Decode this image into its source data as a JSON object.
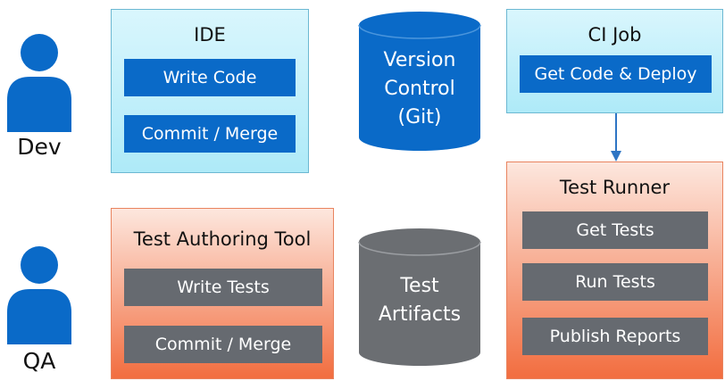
{
  "actors": {
    "dev": "Dev",
    "qa": "QA"
  },
  "ide": {
    "title": "IDE",
    "steps": [
      "Write Code",
      "Commit / Merge"
    ]
  },
  "version_control": {
    "lines": [
      "Version",
      "Control",
      "(Git)"
    ]
  },
  "ci_job": {
    "title": "CI Job",
    "steps": [
      "Get Code & Deploy"
    ]
  },
  "test_runner": {
    "title": "Test Runner",
    "steps": [
      "Get Tests",
      "Run Tests",
      "Publish Reports"
    ]
  },
  "test_authoring": {
    "title": "Test Authoring Tool",
    "steps": [
      "Write Tests",
      "Commit / Merge"
    ]
  },
  "test_artifacts": {
    "lines": [
      "Test",
      "Artifacts"
    ]
  },
  "colors": {
    "blue_step": "#0a6ac8",
    "gray_step": "#666a70",
    "blue_panel": "#aeeaf8",
    "orange_panel": "#f26d3f",
    "person": "#0a6ac8"
  }
}
